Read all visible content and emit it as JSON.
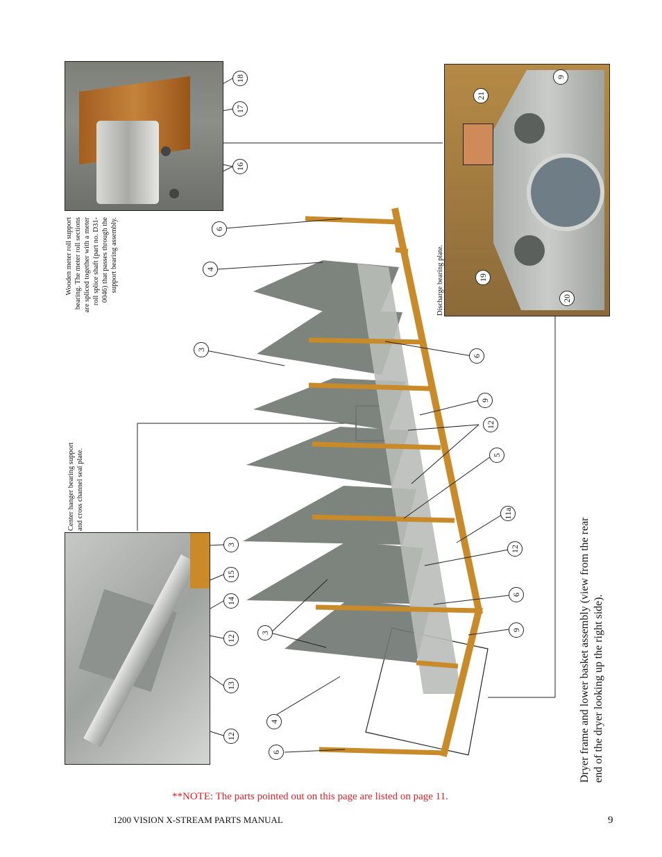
{
  "captions": {
    "wooden_support": [
      "Wooden meter roll support",
      "bearing. The meter roll sections",
      "are spliced together with a meter",
      "roll splice shaft (part no. D31-",
      "0046) that passes through the",
      "support bearing assembly."
    ],
    "center_hanger": [
      "Center hanger bearing support",
      "and cross channel seal plate."
    ],
    "discharge": "Discharge bearing plate.",
    "main": [
      "Dryer frame and lower basket assembly (view from the rear",
      "end of the dryer looking up the right side)."
    ]
  },
  "callouts": {
    "top_left_photo": [
      "16",
      "17",
      "18"
    ],
    "left_photo": [
      "12",
      "13",
      "12",
      "14",
      "15",
      "3"
    ],
    "right_photo": [
      "21",
      "9",
      "19",
      "20"
    ],
    "main_frame": [
      "6",
      "4",
      "3",
      "3",
      "4",
      "6",
      "6",
      "9",
      "12",
      "5",
      "11a",
      "12",
      "6",
      "9"
    ]
  },
  "note": "**NOTE: The parts pointed out on this page are listed on page 11.",
  "footer": {
    "manual_title": "1200 VISION X-STREAM PARTS MANUAL",
    "page_number": "9"
  },
  "colors": {
    "note_red": "#d8232a",
    "frame_orange": "#c98a2a",
    "basket_gray": "#6f7670",
    "steel": "#b9bcb8"
  }
}
